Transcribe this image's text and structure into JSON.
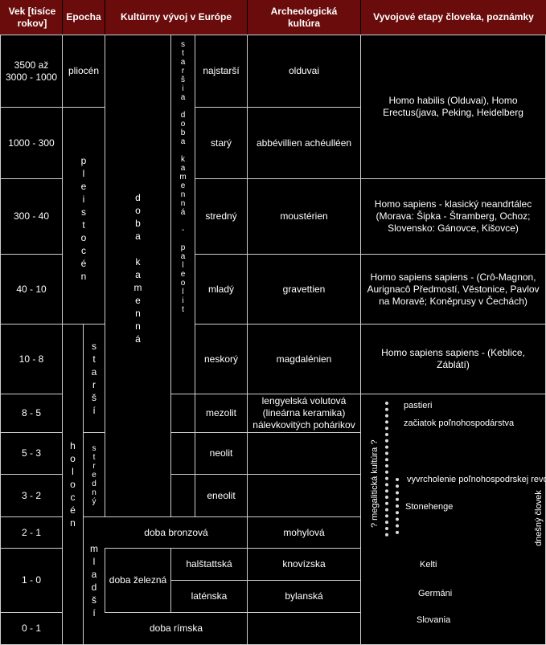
{
  "headers": {
    "vek": "Vek [tisíce rokov]",
    "epocha": "Epocha",
    "kultura": "Kultúrny vývoj v Európe",
    "archeologicka": "Archeologická kultúra",
    "etapy": "Vyvojové etapy človeka, poznámky"
  },
  "rows": [
    {
      "vek": "3500 až 3000 - 1000",
      "stage": "najstarší",
      "culture": "olduvai"
    },
    {
      "vek": "1000 - 300",
      "stage": "starý",
      "culture": "abbévillien achéulléen"
    },
    {
      "vek": "300 - 40",
      "stage": "stredný",
      "culture": "moustérien"
    },
    {
      "vek": "40 - 10",
      "stage": "mladý",
      "culture": "gravettien"
    },
    {
      "vek": "10 - 8",
      "stage": "neskorý",
      "culture": "magdalénien"
    },
    {
      "vek": "8 - 5",
      "stage": "mezolit",
      "culture": "lengyelská volutová (lineárna keramika) nálevkovitých pohárikov"
    },
    {
      "vek": "5 - 3",
      "stage": "neolit",
      "culture": ""
    },
    {
      "vek": "3 - 2",
      "stage": "eneolit",
      "culture": ""
    },
    {
      "vek": "2 - 1",
      "stage": "doba bronzová",
      "culture": "mohylová"
    },
    {
      "vek": "1 - 0",
      "stage_a": "halštattská",
      "stage_b": "laténska",
      "culture_a": "knovízska",
      "culture_b": "bylanská",
      "group": "doba železná"
    },
    {
      "vek": "0 - 1",
      "stage": "doba rímska",
      "culture": ""
    }
  ],
  "epochs": {
    "pliocen": "pliocén",
    "pleistocen": "pleistocén",
    "holocen": "holocén",
    "starsi": "starší",
    "stredny": "stredný",
    "mladsi": "mladší"
  },
  "vertical": {
    "doba_kamenna": "doba kamenná",
    "starsia_doba": "staršia doba kamenná - paleolit"
  },
  "notes": {
    "habilis": "Homo habilis (Olduvai), Homo Erectus(java, Peking, Heidelberg",
    "neandertal": "Homo sapiens - klasický neandrtálec (Morava: Šipka - Štramberg, Ochoz; Slovensko: Gánovce, Kišovce)",
    "cromagnon": "Homo sapiens sapiens - (Crô-Magnon, Aurignacô Předmostí,  Věstonice, Pavlov na Moravě; Koněprusy v Čechách)",
    "keblice": "Homo sapiens sapiens - (Keblice, Záblátí)",
    "pastieri": "pastieri",
    "zaciatok": "začiatok poľnohospodárstva",
    "vyvrcholenie": "vyvrcholenie poľnohospodrskej revolúcie",
    "stonehenge": "Stonehenge",
    "megaliticka": "? megalitická kultúra ?",
    "dnesny": "dnešný človek",
    "kelti": "Kelti",
    "germani": "Germáni",
    "slovania": "Slovania"
  }
}
